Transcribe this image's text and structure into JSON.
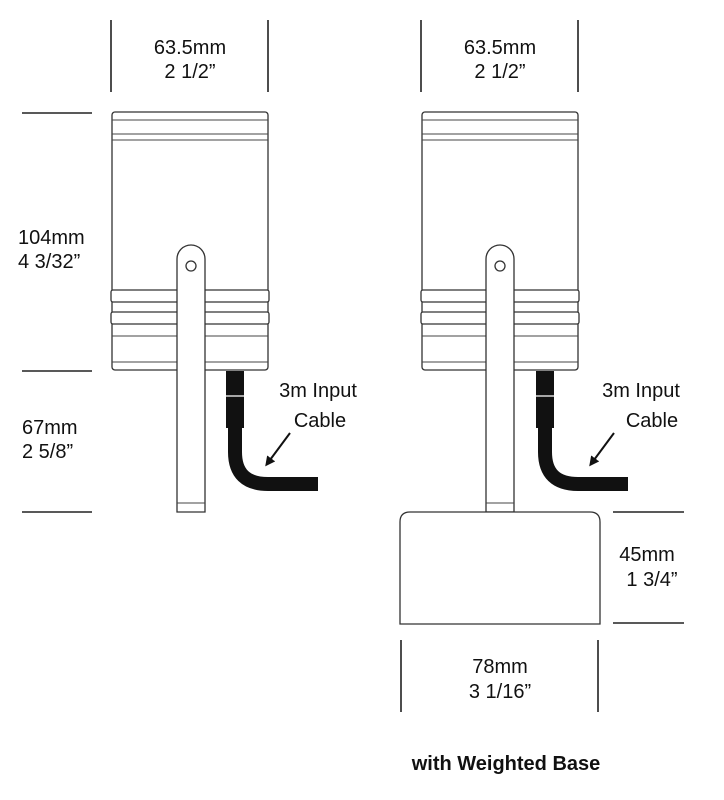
{
  "left": {
    "width_dim": {
      "mm": "63.5mm",
      "in": "2 1/2”"
    },
    "height_dim": {
      "mm": "104mm",
      "in": "4 3/32”"
    },
    "stake_dim": {
      "mm": "67mm",
      "in": "2 5/8”"
    },
    "cable_label": {
      "line1": "3m Input",
      "line2": "Cable"
    }
  },
  "right": {
    "width_dim": {
      "mm": "63.5mm",
      "in": "2 1/2”"
    },
    "base_height_dim": {
      "mm": "45mm",
      "in": "1 3/4”"
    },
    "base_width_dim": {
      "mm": "78mm",
      "in": "3 1/16”"
    },
    "cable_label": {
      "line1": "3m Input",
      "line2": "Cable"
    }
  },
  "caption": "with Weighted Base"
}
